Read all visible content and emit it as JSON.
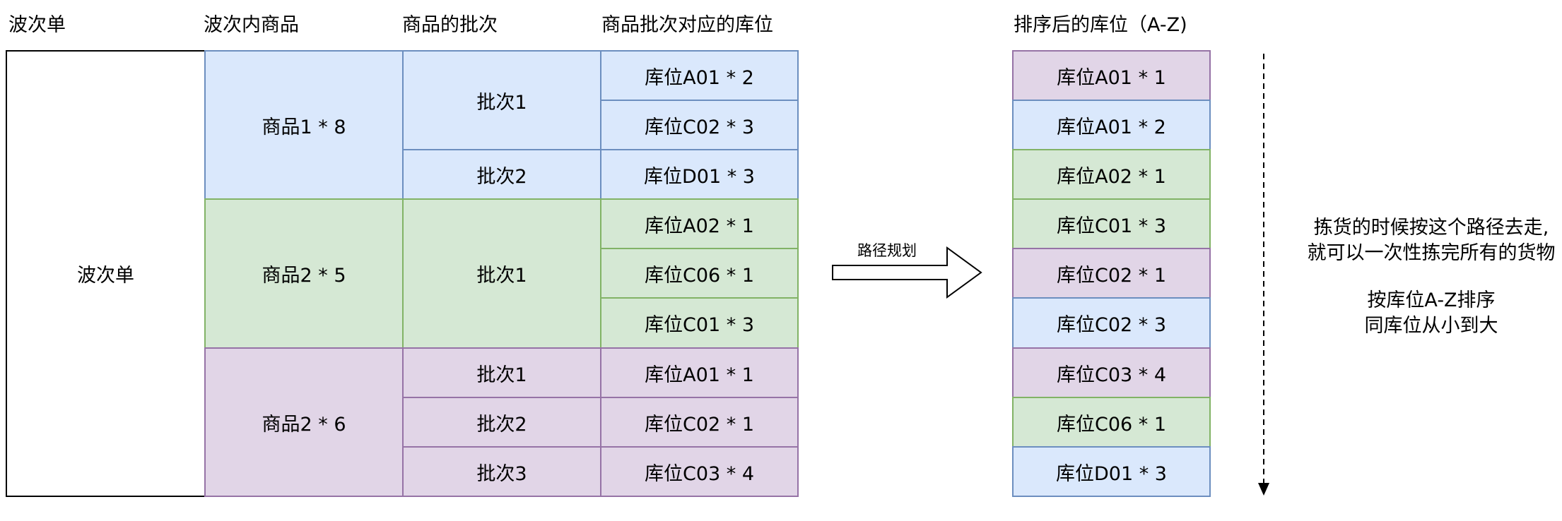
{
  "headers": {
    "wave": "波次单",
    "goods": "波次内商品",
    "batch": "商品的批次",
    "location": "商品批次对应的库位",
    "sorted": "排序后的库位（A-Z)"
  },
  "wave_label": "波次单",
  "goods": [
    {
      "label": "商品1 * 8",
      "color": "#dae8fc"
    },
    {
      "label": "商品2 * 5",
      "color": "#d5e8d4"
    },
    {
      "label": "商品2 * 6",
      "color": "#e1d5e7"
    }
  ],
  "batches": [
    {
      "label": "批次1"
    },
    {
      "label": "批次2"
    },
    {
      "label": "批次1"
    },
    {
      "label": "批次1"
    },
    {
      "label": "批次2"
    },
    {
      "label": "批次3"
    }
  ],
  "locations": [
    {
      "label": "库位A01 * 2"
    },
    {
      "label": "库位C02 * 3"
    },
    {
      "label": "库位D01 * 3"
    },
    {
      "label": "库位A02 * 1"
    },
    {
      "label": "库位C06 * 1"
    },
    {
      "label": "库位C01 * 3"
    },
    {
      "label": "库位A01 * 1"
    },
    {
      "label": "库位C02 * 1"
    },
    {
      "label": "库位C03 * 4"
    }
  ],
  "arrow_label": "路径规划",
  "sorted_locations": [
    {
      "label": "库位A01 * 1",
      "color": "purple"
    },
    {
      "label": "库位A01 * 2",
      "color": "blue"
    },
    {
      "label": "库位A02 * 1",
      "color": "green"
    },
    {
      "label": "库位C01 * 3",
      "color": "green"
    },
    {
      "label": "库位C02 * 1",
      "color": "purple"
    },
    {
      "label": "库位C02 * 3",
      "color": "blue"
    },
    {
      "label": "库位C03 * 4",
      "color": "purple"
    },
    {
      "label": "库位C06 * 1",
      "color": "green"
    },
    {
      "label": "库位D01 * 3",
      "color": "blue"
    }
  ],
  "notes": {
    "line1": "拣货的时候按这个路径去走,",
    "line2": "就可以一次性拣完所有的货物",
    "line3": "按库位A-Z排序",
    "line4": "同库位从小到大"
  }
}
